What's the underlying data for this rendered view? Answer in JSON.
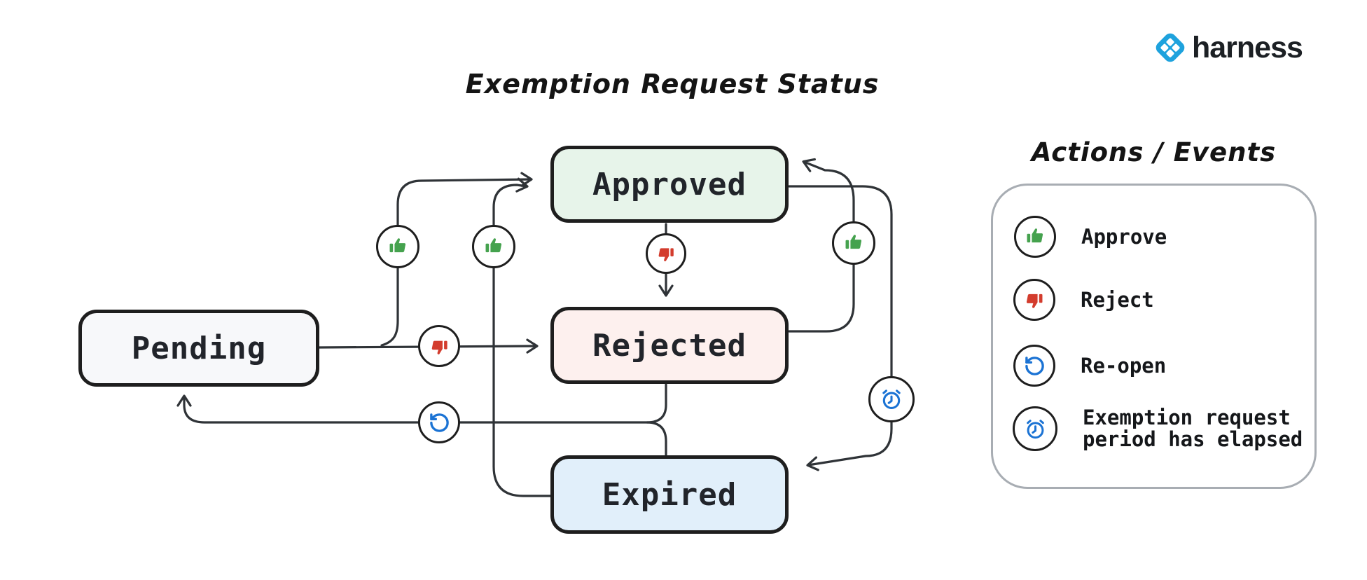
{
  "header": {
    "title": "Exemption Request Status"
  },
  "brand": {
    "name": "harness",
    "logo_color": "#1ea2dd"
  },
  "colors": {
    "edge": "#2f3337",
    "approve_green": "#45a24e",
    "reject_red": "#d33c2d",
    "action_blue": "#1b73d4",
    "pending_fill": "#f7f8fa",
    "approved_fill": "#e7f4ea",
    "rejected_fill": "#fdf0ee",
    "expired_fill": "#e1effa"
  },
  "states": [
    {
      "id": "pending",
      "label": "Pending"
    },
    {
      "id": "approved",
      "label": "Approved"
    },
    {
      "id": "rejected",
      "label": "Rejected"
    },
    {
      "id": "expired",
      "label": "Expired"
    }
  ],
  "transitions": [
    {
      "from": "Pending",
      "to": "Approved",
      "action": "Approve"
    },
    {
      "from": "Pending",
      "to": "Rejected",
      "action": "Reject"
    },
    {
      "from": "Approved",
      "to": "Rejected",
      "action": "Reject"
    },
    {
      "from": "Rejected",
      "to": "Approved",
      "action": "Approve"
    },
    {
      "from": "Expired",
      "to": "Approved",
      "action": "Approve"
    },
    {
      "from": "Approved",
      "to": "Expired",
      "action": "Exemption request period has elapsed"
    },
    {
      "from": "Rejected",
      "to": "Pending",
      "action": "Re-open"
    },
    {
      "from": "Expired",
      "to": "Pending",
      "action": "Re-open"
    }
  ],
  "legend": {
    "title": "Actions / Events",
    "items": [
      {
        "icon": "thumbs-up-icon",
        "label": "Approve"
      },
      {
        "icon": "thumbs-down-icon",
        "label": "Reject"
      },
      {
        "icon": "reopen-icon",
        "label": "Re-open"
      },
      {
        "icon": "alarm-clock-icon",
        "label": "Exemption request period has elapsed"
      }
    ]
  }
}
